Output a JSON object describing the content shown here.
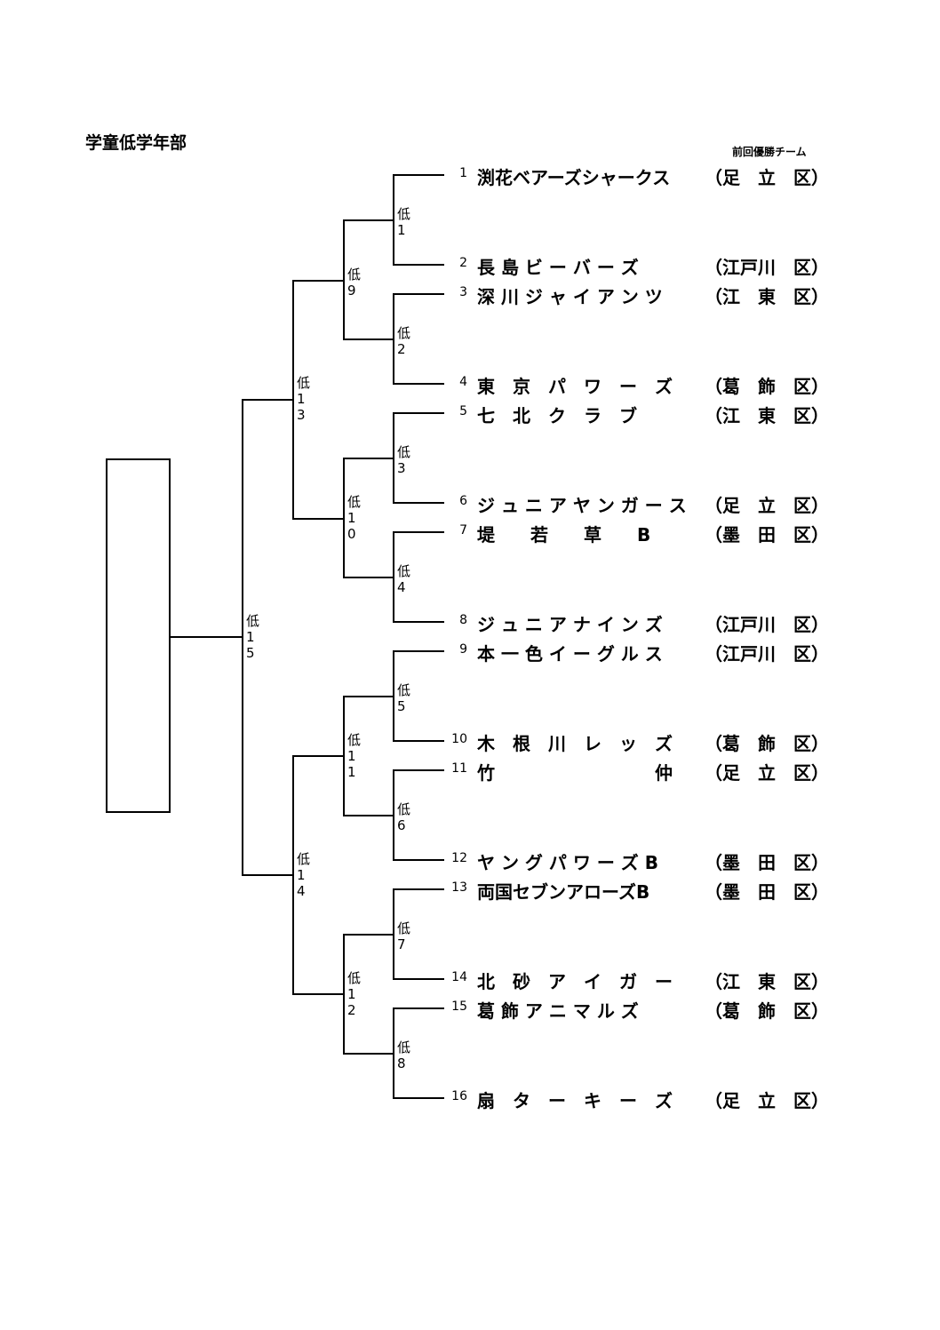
{
  "title": "学童低学年部",
  "champion_label": "前回優勝チーム",
  "teams": [
    {
      "no": "1",
      "name": "渕花ベアーズシャークス",
      "ward": "（足　立　区）"
    },
    {
      "no": "2",
      "name": "長 島 ビ ー バ ー ズ",
      "ward": "（江戸川　区）"
    },
    {
      "no": "3",
      "name": "深 川 ジ ャ イ ア ン ツ",
      "ward": "（江　東　区）"
    },
    {
      "no": "4",
      "name": "東　京　パ　ワ　ー　ズ",
      "ward": "（葛　飾　区）"
    },
    {
      "no": "5",
      "name": "七　北　ク　ラ　ブ",
      "ward": "（江　東　区）"
    },
    {
      "no": "6",
      "name": "ジ ュ ニ ア ヤ ン ガ ー ス",
      "ward": "（足　立　区）"
    },
    {
      "no": "7",
      "name": "堤　　若　　草　　B",
      "ward": "（墨　田　区）"
    },
    {
      "no": "8",
      "name": "ジ ュ ニ ア ナ イ ン ズ",
      "ward": "（江戸川　区）"
    },
    {
      "no": "9",
      "name": "本 一 色 イ ー グ ル ス",
      "ward": "（江戸川　区）"
    },
    {
      "no": "10",
      "name": "木　根　川　レ　ッ　ズ",
      "ward": "（葛　飾　区）"
    },
    {
      "no": "11",
      "name": "竹　　　　　　　　　仲",
      "ward": "（足　立　区）"
    },
    {
      "no": "12",
      "name": "ヤ ン グ パ ワ ー ズ B",
      "ward": "（墨　田　区）"
    },
    {
      "no": "13",
      "name": "両国セブンアローズB",
      "ward": "（墨　田　区）"
    },
    {
      "no": "14",
      "name": "北　砂　ア　イ　ガ　ー",
      "ward": "（江　東　区）"
    },
    {
      "no": "15",
      "name": "葛 飾 ア ニ マ ル ズ",
      "ward": "（葛　飾　区）"
    },
    {
      "no": "16",
      "name": "扇　タ　ー　キ　ー　ズ",
      "ward": "（足　立　区）"
    }
  ],
  "matches": {
    "m1": "低\n1",
    "m2": "低\n2",
    "m3": "低\n3",
    "m4": "低\n4",
    "m5": "低\n5",
    "m6": "低\n6",
    "m7": "低\n7",
    "m8": "低\n8",
    "m9": "低\n9",
    "m10": "低\n1\n0",
    "m11": "低\n1\n1",
    "m12": "低\n1\n2",
    "m13": "低\n1\n3",
    "m14": "低\n1\n4",
    "m15": "低\n1\n5"
  }
}
